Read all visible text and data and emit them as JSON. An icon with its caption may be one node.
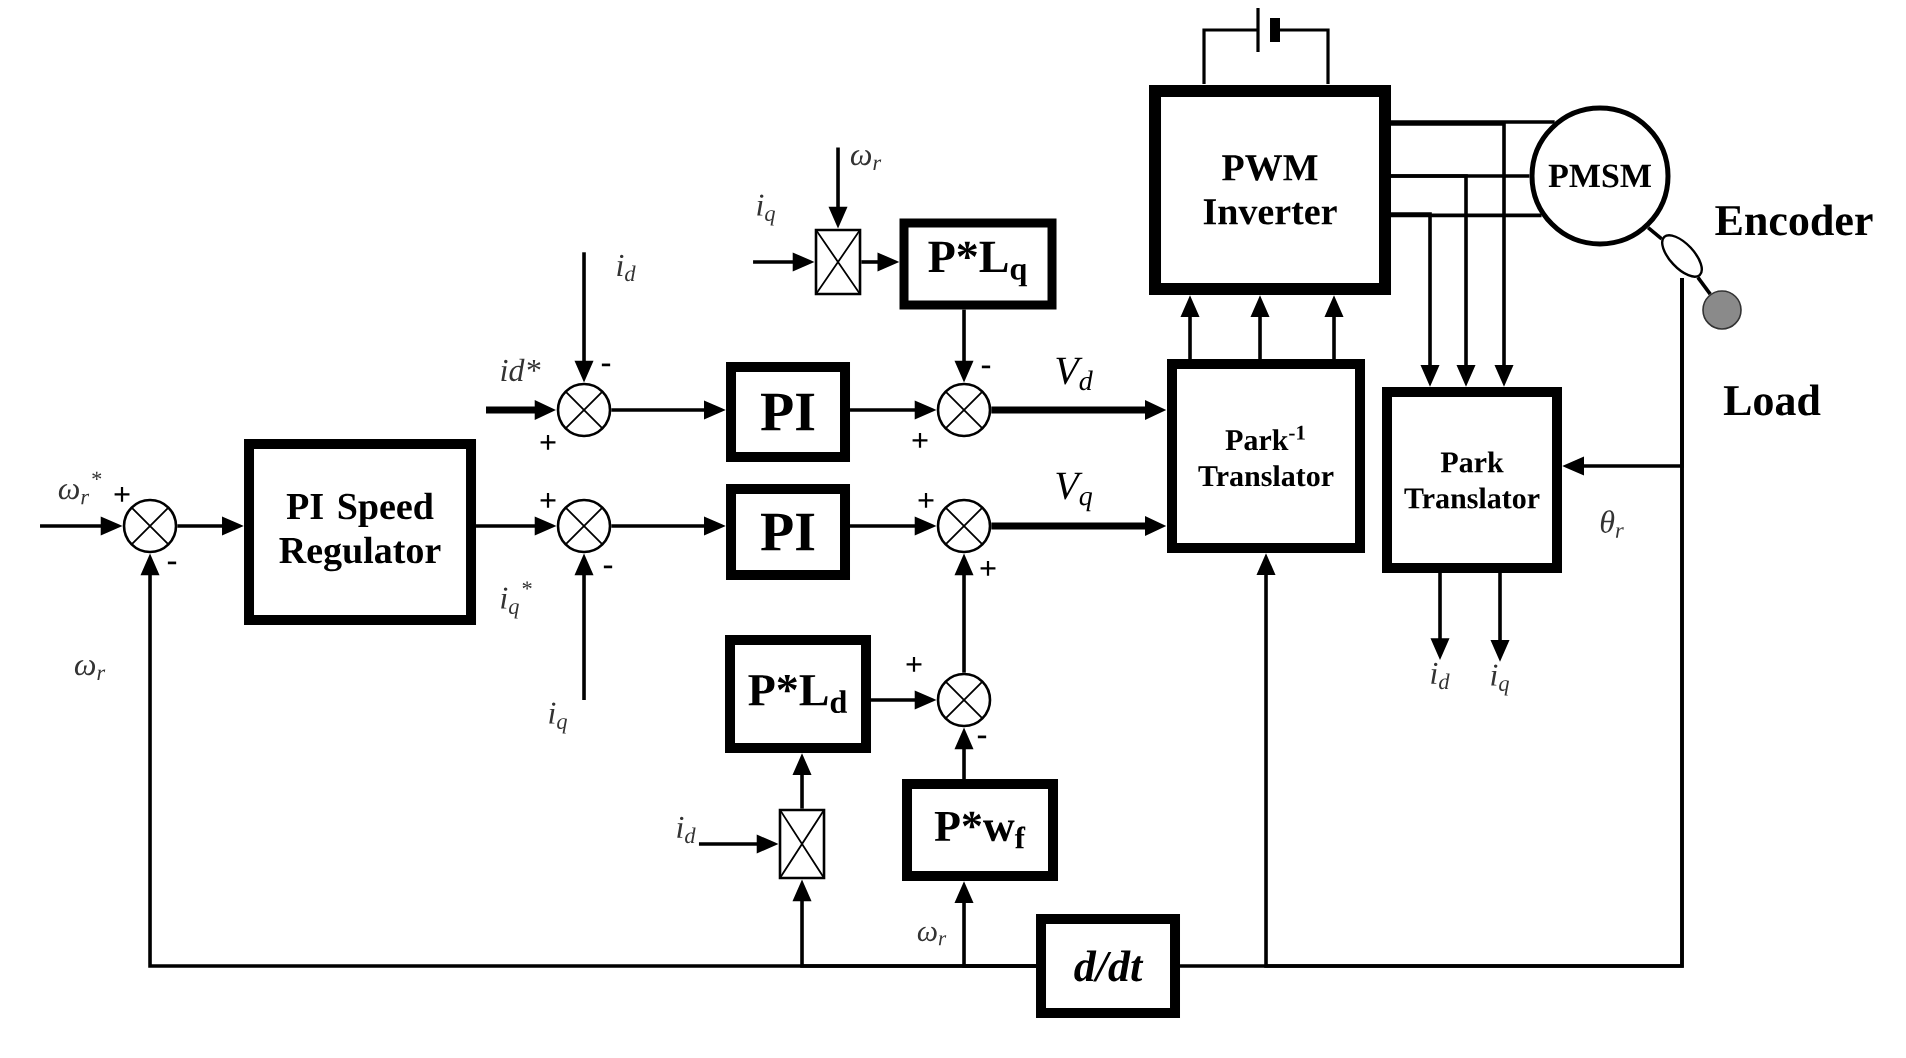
{
  "diagram": {
    "nodes": [
      {
        "text": [],
        "shape": "circle",
        "beside": [
          "+",
          "-"
        ]
      },
      {
        "text": [
          "PI Speed Regulator"
        ]
      },
      {
        "text": [
          "i$_{d}$"
        ]
      },
      {
        "text": [],
        "shape": "circle",
        "beside": [
          "-",
          "+"
        ]
      },
      {
        "text": [],
        "shape": "circle",
        "beside": [
          "+",
          "-"
        ]
      },
      {
        "text": [
          "i$_{q}$"
        ]
      },
      {
        "text": [
          "PI"
        ]
      },
      {
        "text": [
          "PI"
        ]
      },
      {
        "text": [
          "i$_{q}$"
        ]
      },
      {
        "text": [
          "ω$_{r}$"
        ]
      },
      {
        "text": [],
        "shape": "box"
      },
      {
        "text": [
          "P*L$_{q}$"
        ]
      },
      {
        "text": [],
        "shape": "circle",
        "beside": [
          "-",
          "+"
        ]
      },
      {
        "text": [],
        "shape": "circle",
        "beside": [
          "+",
          "+"
        ]
      },
      {
        "text": [
          "P*L$_{d}$"
        ]
      },
      {
        "text": [],
        "shape": "circle",
        "beside": [
          "+",
          "-"
        ]
      },
      {
        "text": [
          "i$_{d}$"
        ]
      },
      {
        "text": [],
        "shape": "box"
      },
      {
        "text": [
          "P*w$_{f}$"
        ]
      },
      {
        "text": [
          "d/dt"
        ]
      },
      {
        "text": [
          "PWM Inverter"
        ]
      },
      {
        "text": [
          "Park$^{-1}$ Translator"
        ]
      },
      {
        "text": [
          "PMSM"
        ]
      },
      {
        "text": [
          "Park Translator"
        ]
      },
      {
        "text": [
          "i$_{d}$"
        ]
      },
      {
        "text": [
          "i$_{q}$"
        ]
      },
      {
        "text": [
          "Encoder"
        ]
      },
      {
        "text": [
          "Load"
        ]
      }
    ],
    "edges": [
      {
        "from": null,
        "to": 0,
        "arrow": "to",
        "label": "ω$_{r}$$^{*}$"
      },
      {
        "from": 0,
        "to": 1,
        "arrow": "to"
      },
      {
        "from": 1,
        "to": 4,
        "arrow": "to",
        "label": "i$_{q}$$^{*}$"
      },
      {
        "from": null,
        "to": 3,
        "arrow": "to",
        "label": "id*",
        "style": "thick"
      },
      {
        "from": 2,
        "to": 3,
        "arrow": "to"
      },
      {
        "from": 5,
        "to": 4,
        "arrow": "to"
      },
      {
        "from": 3,
        "to": 6,
        "arrow": "to"
      },
      {
        "from": 4,
        "to": 7,
        "arrow": "to"
      },
      {
        "from": 6,
        "to": 12,
        "arrow": "to"
      },
      {
        "from": 7,
        "to": 13,
        "arrow": "to"
      },
      {
        "from": 8,
        "to": 10,
        "arrow": "to"
      },
      {
        "from": 9,
        "to": 10,
        "arrow": "to"
      },
      {
        "from": 10,
        "to": 11,
        "arrow": "to"
      },
      {
        "from": 11,
        "to": 12,
        "arrow": "to"
      },
      {
        "from": 12,
        "to": 21,
        "arrow": "to",
        "label": "V$_{d}$",
        "style": "thick"
      },
      {
        "from": 13,
        "to": 21,
        "arrow": "to",
        "label": "V$_{q}$",
        "style": "thick"
      },
      {
        "from": 15,
        "to": 13,
        "arrow": "to"
      },
      {
        "from": 14,
        "to": 15,
        "arrow": "to"
      },
      {
        "from": 18,
        "to": 15,
        "arrow": "to"
      },
      {
        "from": 17,
        "to": 14,
        "arrow": "to"
      },
      {
        "from": 16,
        "to": 17,
        "arrow": "to"
      },
      {
        "from": 19,
        "to": 17,
        "arrow": "to"
      },
      {
        "from": 19,
        "to": 18,
        "arrow": "to",
        "label": "ω$_{r}$"
      },
      {
        "from": 19,
        "to": 0,
        "arrow": "to",
        "label": "ω$_{r}$"
      },
      {
        "from": 21,
        "to": 20,
        "arrow": "to"
      },
      {
        "from": 21,
        "to": 20,
        "arrow": "to"
      },
      {
        "from": 21,
        "to": 20,
        "arrow": "to"
      },
      {
        "from": 20,
        "to": 22,
        "arrow": "none"
      },
      {
        "from": 20,
        "to": 22,
        "arrow": "none"
      },
      {
        "from": 20,
        "to": 22,
        "arrow": "none"
      },
      {
        "from": 20,
        "to": 23,
        "arrow": "to"
      },
      {
        "from": 20,
        "to": 23,
        "arrow": "to"
      },
      {
        "from": 20,
        "to": 23,
        "arrow": "to"
      },
      {
        "from": 23,
        "to": 24,
        "arrow": "to"
      },
      {
        "from": 23,
        "to": 25,
        "arrow": "to"
      },
      {
        "from": 22,
        "to": 26,
        "arrow": "none"
      },
      {
        "from": 26,
        "to": 27,
        "arrow": "none"
      },
      {
        "from": 26,
        "to": 23,
        "arrow": "to",
        "label": "θ$_{r}$"
      },
      {
        "from": 26,
        "to": 21,
        "arrow": "to"
      },
      {
        "from": 26,
        "to": 19,
        "arrow": "none"
      }
    ]
  }
}
